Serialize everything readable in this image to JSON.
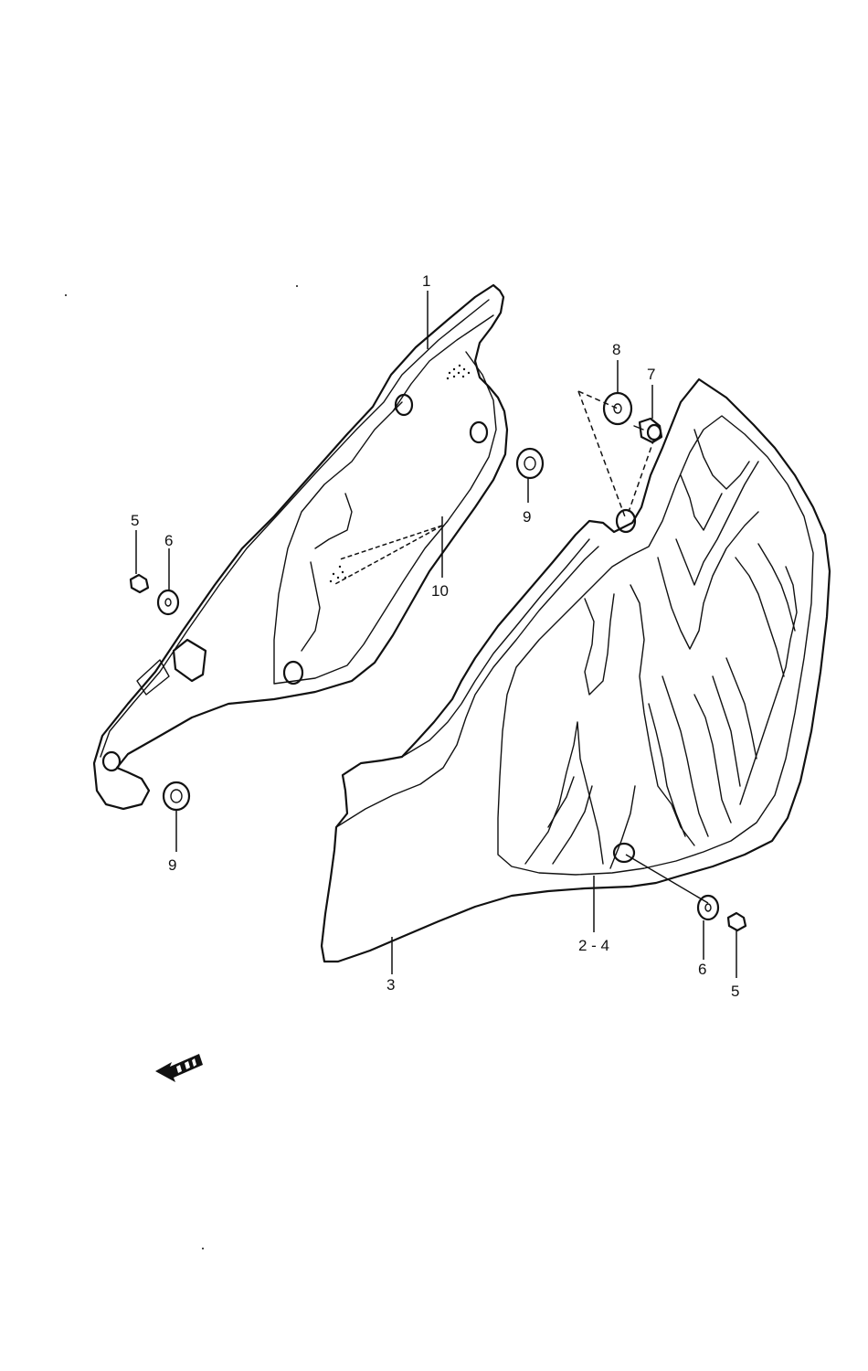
{
  "diagram": {
    "type": "exploded-parts-diagram",
    "callouts": {
      "part_1": "1",
      "part_8": "8",
      "part_7": "7",
      "part_9_upper": "9",
      "part_5_left": "5",
      "part_6_left": "6",
      "part_10": "10",
      "part_9_lower": "9",
      "part_2_4": "2 - 4",
      "part_3": "3",
      "part_6_right": "6",
      "part_5_right": "5"
    },
    "direction_arrow_icon": "front-direction-arrow-icon",
    "line_color": "#111111",
    "background_color": "#ffffff"
  }
}
